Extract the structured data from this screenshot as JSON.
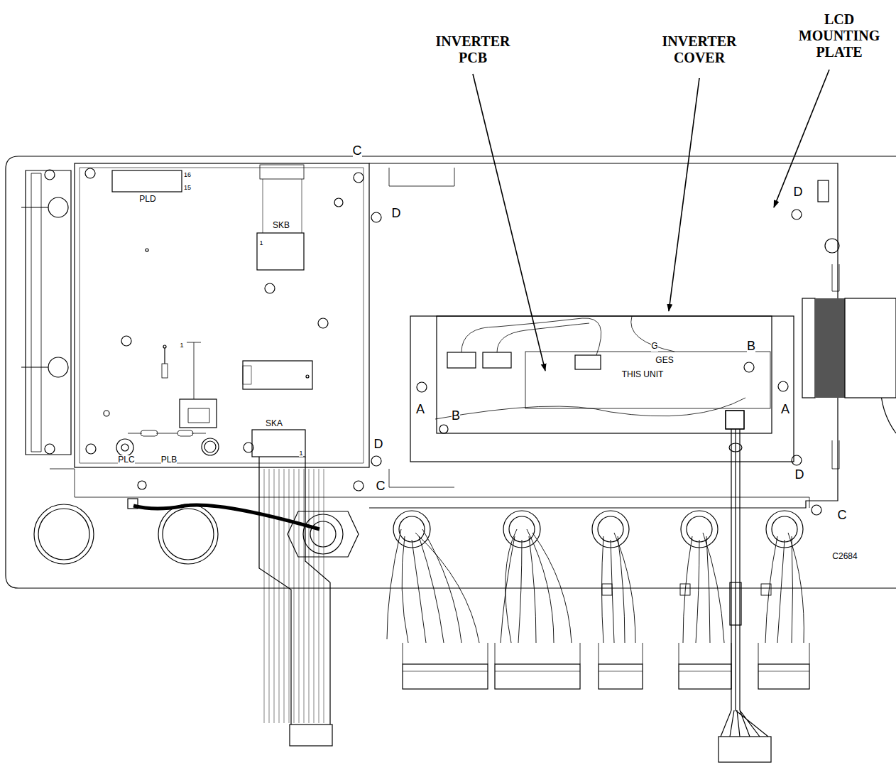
{
  "diagram": {
    "labels": [
      "INVERTER PCB",
      "INVERTER COVER",
      "LCD MOUNTING PLATE",
      "C",
      "PLD",
      "SKB",
      "D",
      "D",
      "B",
      "A",
      "A",
      "B",
      "D",
      "SKA",
      "C",
      "D",
      "C",
      "PLC",
      "PLB",
      "C2684",
      "G",
      "GES",
      "THIS UNIT",
      "16",
      "15",
      "1",
      "1",
      "1"
    ]
  }
}
